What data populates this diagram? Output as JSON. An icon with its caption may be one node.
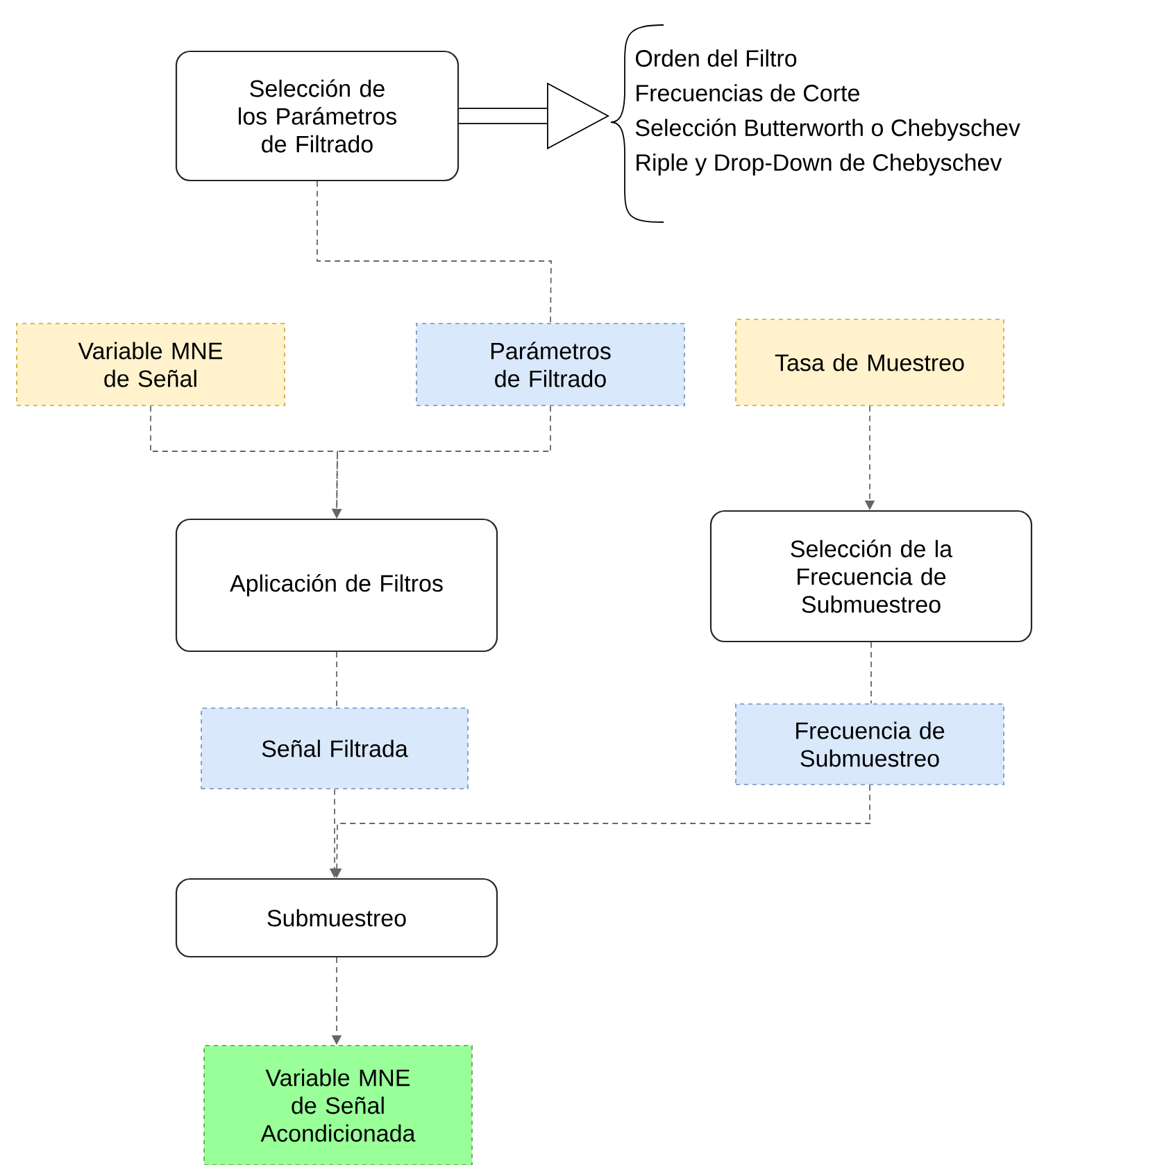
{
  "diagram": {
    "nodes": [
      {
        "text": [
          "Selección de los Parámetros de Filtrado"
        ]
      },
      {
        "text": [
          "Orden del Filtro",
          "Frecuencias de Corte",
          "Selección Butterworth o Chebyschev",
          "Riple y Drop-Down de Chebyschev"
        ]
      },
      {
        "text": [
          "Variable MNE de Señal"
        ]
      },
      {
        "text": [
          "Parámetros de Filtrado"
        ]
      },
      {
        "text": [
          "Tasa de Muestreo"
        ]
      },
      {
        "text": [
          "Aplicación de Filtros"
        ]
      },
      {
        "text": [
          "Selección de la Frecuencia de Submuestreo"
        ]
      },
      {
        "text": [
          "Señal Filtrada"
        ]
      },
      {
        "text": [
          "Frecuencia de Submuestreo"
        ]
      },
      {
        "text": [
          "Submuestreo"
        ]
      },
      {
        "text": [
          "Variable MNE de Señal Acondicionada"
        ]
      }
    ],
    "edges": [
      {
        "from": 0,
        "to": 1,
        "arrow": "to",
        "style": "thick",
        "color": "#000000"
      },
      {
        "from": 0,
        "to": 3,
        "arrow": "none",
        "style": "dashed"
      },
      {
        "from": 2,
        "to": 5,
        "arrow": "to",
        "style": "dashed"
      },
      {
        "from": 3,
        "to": 5,
        "arrow": "to",
        "style": "dashed"
      },
      {
        "from": 4,
        "to": 6,
        "arrow": "to",
        "style": "dashed"
      },
      {
        "from": 5,
        "to": 7,
        "arrow": "none",
        "style": "dashed"
      },
      {
        "from": 6,
        "to": 8,
        "arrow": "none",
        "style": "dashed"
      },
      {
        "from": 7,
        "to": 9,
        "arrow": "to",
        "style": "dashed"
      },
      {
        "from": 8,
        "to": 9,
        "arrow": "to",
        "style": "dashed"
      },
      {
        "from": 9,
        "to": 10,
        "arrow": "to",
        "style": "dashed"
      }
    ]
  }
}
